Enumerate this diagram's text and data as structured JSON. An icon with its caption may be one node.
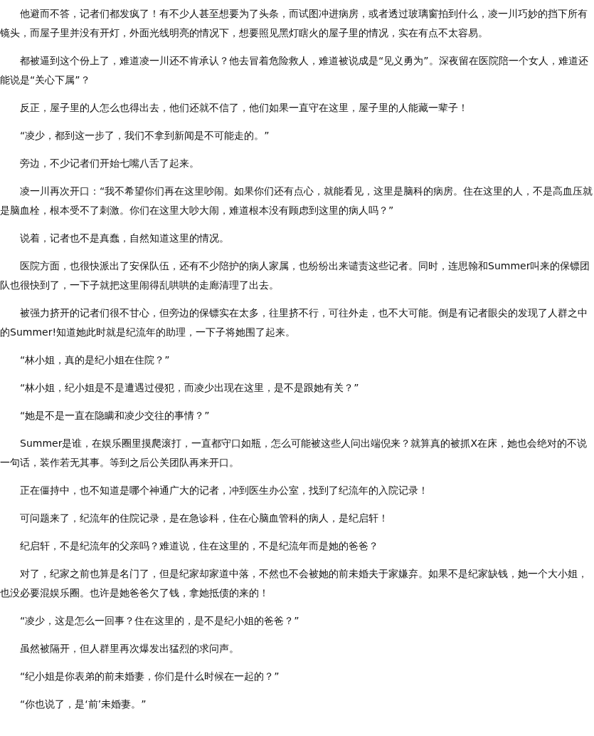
{
  "diagram": {
    "labels": [
      "他避而不答，记者们都发疯了！有不少人甚至想要为了头条，而试图冲进病房，或者透过玻璃窗拍到什么，凌一川巧妙的挡下所有镜头，而屋子里并没有开灯，外面光线明亮的情况下，想要照见黑灯瞎火的屋子里的情况，实在有点不太容易。",
      "都被逼到这个份上了，难道凌一川还不肯承认？他去冒着危险救人，难道被说成是“见义勇为”。深夜留在医院陪一个女人，难道还能说是“关心下属”？",
      "反正，屋子里的人怎么也得出去，他们还就不信了，他们如果一直守在这里，屋子里的人能藏一辈子！",
      "“凌少，都到这一步了，我们不拿到新闻是不可能走的。”",
      "旁边，不少记者们开始七嘴八舌了起来。",
      "凌一川再次开口：“我不希望你们再在这里吵闹。如果你们还有点心，就能看见，这里是脑科的病房。住在这里的人，不是高血压就是脑血栓，根本受不了刺激。你们在这里大吵大闹，难道根本没有顾虑到这里的病人吗？”",
      "说着，记者也不是真蠢，自然知道这里的情况。",
      "医院方面，也很快派出了安保队伍，还有不少陪护的病人家属，也纷纷出来谴责这些记者。同时，连思翰和Summer叫来的保镖团队也很快到了，一下子就把这里闹得乱哄哄的走廊清理了出去。",
      "被强力挤开的记者们很不甘心，但旁边的保镖实在太多，往里挤不行，可往外走，也不大可能。倒是有记者眼尖的发现了人群之中的Summer!知道她此时就是纪流年的助理，一下子将她围了起来。",
      "“林小姐，真的是纪小姐在住院？”",
      "“林小姐，纪小姐是不是遭遇过侵犯，而凌少出现在这里，是不是跟她有关？”",
      "“她是不是一直在隐瞒和凌少交往的事情？”",
      "Summer是谁，在娱乐圈里摸爬滚打，一直都守口如瓶，怎么可能被这些人问出端倪来？就算真的被抓X在床，她也会绝对的不说一句话，装作若无其事。等到之后公关团队再来开口。",
      "正在僵持中，也不知道是哪个神通广大的记者，冲到医生办公室，找到了纪流年的入院记录！",
      "可问题来了，纪流年的住院记录，是在急诊科，住在心脑血管科的病人，是纪启轩！",
      "纪启轩，不是纪流年的父亲吗？难道说，住在这里的，不是纪流年而是她的爸爸？",
      "对了，纪家之前也算是名门了，但是纪家却家道中落，不然也不会被她的前未婚夫于家嫌弃。如果不是纪家缺钱，她一个大小姐，也没必要混娱乐圈。也许是她爸爸欠了钱，拿她抵债的来的！",
      "“凌少，这是怎么一回事？住在这里的，是不是纪小姐的爸爸？”",
      "虽然被隔开，但人群里再次爆发出猛烈的求问声。",
      "“纪小姐是你表弟的前未婚妻，你们是什么时候在一起的？”",
      "“你也说了，是‘前’未婚妻。”"
    ]
  }
}
